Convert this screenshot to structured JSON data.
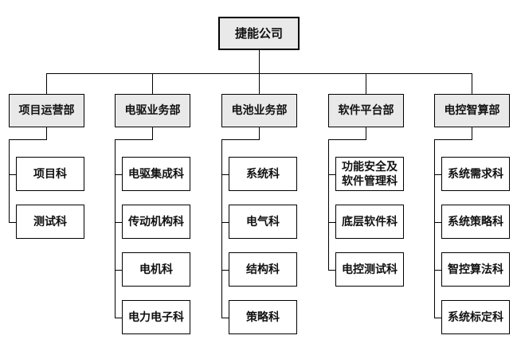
{
  "org_chart": {
    "root": {
      "label": "捷能公司"
    },
    "departments": [
      {
        "label": "项目运营部",
        "children": [
          "项目科",
          "测试科"
        ]
      },
      {
        "label": "电驱业务部",
        "children": [
          "电驱集成科",
          "传动机构科",
          "电机科",
          "电力电子科"
        ]
      },
      {
        "label": "电池业务部",
        "children": [
          "系统科",
          "电气科",
          "结构科",
          "策略科"
        ]
      },
      {
        "label": "软件平台部",
        "children": [
          "功能安全及软件管理科",
          "底层软件科",
          "电控测试科"
        ]
      },
      {
        "label": "电控智算部",
        "children": [
          "系统需求科",
          "系统策略科",
          "智控算法科",
          "系统标定科"
        ]
      }
    ],
    "colors": {
      "box_fill_gray": "#e9e9e9",
      "box_fill_white": "#ffffff",
      "border": "#000000",
      "line": "#000000",
      "text": "#111111",
      "background": "#ffffff"
    }
  }
}
